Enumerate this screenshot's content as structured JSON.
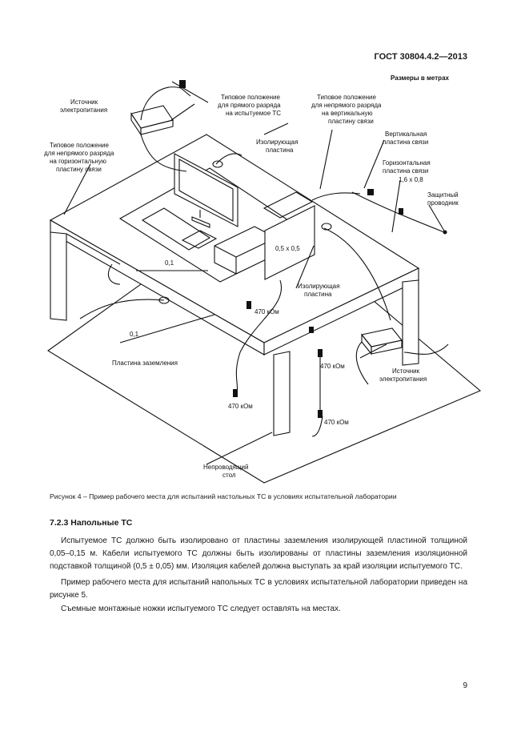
{
  "header": {
    "standard": "ГОСТ 30804.4.2—2013"
  },
  "figure": {
    "dimensions_note": "Размеры в метрах",
    "labels": {
      "power_source_left_1": "Источник",
      "power_source_left_2": "электропитания",
      "direct_disch_1": "Типовое положение",
      "direct_disch_2": "для прямого разряда",
      "direct_disch_3": "на испытуемое ТС",
      "indirect_vert_1": "Типовое положение",
      "indirect_vert_2": "для непрямого разряда",
      "indirect_vert_3": "на вертикальную",
      "indirect_vert_4": "пластину связи",
      "indirect_horiz_1": "Типовое положение",
      "indirect_horiz_2": "для непрямого разряда",
      "indirect_horiz_3": "на горизонтальную",
      "indirect_horiz_4": "пластину связи",
      "insul_top_1": "Изолирующая",
      "insul_top_2": "пластина",
      "vcp_1": "Вертикальная",
      "vcp_2": "пластина связи",
      "hcp_1": "Горизонтальная",
      "hcp_2": "пластина связи",
      "hcp_3": "1,6 x 0,8",
      "protective_1": "Защитный",
      "protective_2": "проводник",
      "vcp_size": "0,5 x 0,5",
      "dim_01_a": "0,1",
      "dim_01_b": "0,1",
      "res_1": "470 кОм",
      "res_2": "470 кОм",
      "res_3": "470 кОм",
      "res_4": "470 кОм",
      "insul_bottom_1": "Изолирующая",
      "insul_bottom_2": "пластина",
      "ground_plane": "Пластина заземления",
      "power_source_right_1": "Источник",
      "power_source_right_2": "электропитания",
      "nonconductive_1": "Непроводящий",
      "nonconductive_2": "стол"
    }
  },
  "caption": "Рисунок 4 – Пример рабочего места для испытаний настольных ТС в условиях испытательной лаборатории",
  "section_title": "7.2.3 Напольные ТС",
  "paragraphs": [
    "Испытуемое ТС должно быть изолировано от пластины заземления изолирующей пластиной толщиной 0,05–0,15 м. Кабели испытуемого ТС должны быть изолированы от пластины заземления изоляционной подставкой толщиной (0,5 ± 0,05) мм. Изоляция кабелей должна выступать за край изоляции испытуемого ТС.",
    "Пример рабочего места для испытаний напольных ТС в условиях испытательной лаборатории приведен на рисунке 5.",
    "Съемные монтажные ножки испытуемого ТС следует оставлять на местах."
  ],
  "page_number": "9"
}
